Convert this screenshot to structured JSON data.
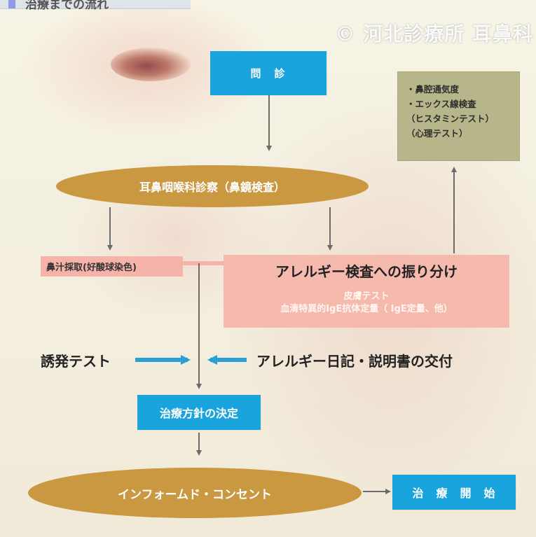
{
  "header": {
    "title": "治療までの流れ"
  },
  "copyright": "© 河北診療所 耳鼻科",
  "nodes": {
    "interview": "問　診",
    "ent_exam": "耳鼻咽喉科診察（鼻鏡検査）",
    "nasal_smear": "鼻汁採取(好酸球染色)",
    "allergy_title": "アレルギー検査への振り分け",
    "allergy_sub_1": "皮膚テスト",
    "allergy_sub_2": "血清特異的IgE抗体定量（ IgE定量、他）",
    "provocation": "誘発テスト",
    "diary": "アレルギー日記・説明書の交付",
    "policy": "治療方針の決定",
    "consent": "インフォームド・コンセント",
    "start": "治　療　開　始"
  },
  "tests": [
    "・鼻腔通気度",
    "・エックス線検査",
    "（ヒスタミンテスト）",
    "（心理テスト）"
  ],
  "colors": {
    "blue": "#1aa4de",
    "gold": "#c99841",
    "pink": "#f6b9ad",
    "khaki": "#b7b68a",
    "arrow_gray": "#6b6b6b",
    "arrow_blue": "#2a9fd6"
  }
}
